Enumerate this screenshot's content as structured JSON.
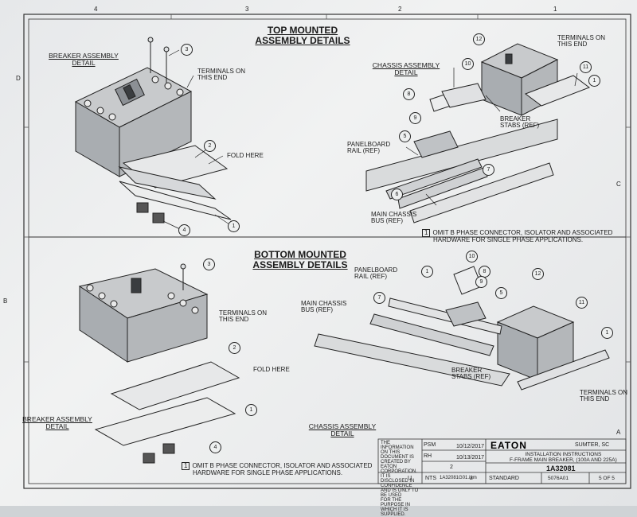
{
  "border": {
    "top_numbers": [
      "4",
      "3",
      "2",
      "1"
    ],
    "side_letters": [
      "D",
      "C",
      "B",
      "A"
    ]
  },
  "top_section": {
    "title_line1": "TOP MOUNTED",
    "title_line2": "ASSEMBLY DETAILS",
    "breaker_detail_line1": "BREAKER ASSEMBLY",
    "breaker_detail_line2": "DETAIL",
    "terminals_line1": "TERMINALS ON",
    "terminals_line2": "THIS END",
    "fold_here": "FOLD HERE",
    "chassis_detail_line1": "CHASSIS ASSEMBLY",
    "chassis_detail_line2": "DETAIL",
    "chassis_terminals_line1": "TERMINALS ON",
    "chassis_terminals_line2": "THIS END",
    "breaker_stabs_line1": "BREAKER",
    "breaker_stabs_line2": "STABS (REF)",
    "panelboard_rail_line1": "PANELBOARD",
    "panelboard_rail_line2": "RAIL (REF)",
    "main_chassis_bus_line1": "MAIN CHASSIS",
    "main_chassis_bus_line2": "BUS (REF)",
    "note_box": "1",
    "note_line1": "OMIT B PHASE CONNECTOR, ISOLATOR AND ASSOCIATED",
    "note_line2": "HARDWARE FOR SINGLE PHASE APPLICATIONS."
  },
  "bottom_section": {
    "title_line1": "BOTTOM MOUNTED",
    "title_line2": "ASSEMBLY DETAILS",
    "terminals_line1": "TERMINALS ON",
    "terminals_line2": "THIS END",
    "fold_here": "FOLD HERE",
    "breaker_detail_line1": "BREAKER ASSEMBLY",
    "breaker_detail_line2": "DETAIL",
    "panelboard_rail_line1": "PANELBOARD",
    "panelboard_rail_line2": "RAIL (REF)",
    "main_chassis_bus_line1": "MAIN CHASSIS",
    "main_chassis_bus_line2": "BUS (REF)",
    "breaker_stabs_line1": "BREAKER",
    "breaker_stabs_line2": "STABS (REF)",
    "chassis_terminals_line1": "TERMINALS ON",
    "chassis_terminals_line2": "THIS END",
    "chassis_detail_line1": "CHASSIS ASSEMBLY",
    "chassis_detail_line2": "DETAIL",
    "note_box": "1",
    "note_line1": "OMIT B PHASE CONNECTOR, ISOLATOR AND ASSOCIATED",
    "note_line2": "HARDWARE FOR SINGLE PHASE APPLICATIONS."
  },
  "callouts": {
    "top": [
      "3",
      "2",
      "1",
      "4",
      "12",
      "10",
      "11",
      "1",
      "9",
      "5",
      "7",
      "6",
      "8"
    ],
    "bottom": [
      "3",
      "2",
      "1",
      "4",
      "10",
      "8",
      "1",
      "12",
      "9",
      "5",
      "11",
      "1",
      "7"
    ]
  },
  "title_block": {
    "confidential_line1": "THE INFORMATION ON THIS",
    "confidential_line2": "DOCUMENT IS CREATED BY",
    "confidential_line3": "EATON CORPORATION. IT IS",
    "confidential_line4": "DISCLOSED IN CONFIDENCE",
    "confidential_line5": "AND IS ONLY TO BE USED",
    "confidential_line6": "FOR THE PURPOSE IN WHICH IT IS",
    "confidential_line7": "SUPPLIED.",
    "drawn_by": "PSM",
    "drawn_date": "10/12/2017",
    "checked_by": "RH",
    "checked_date": "10/13/2017",
    "revision": "2",
    "sheet_rev": "2",
    "scale": "NTS",
    "u_mark": "U",
    "file_name": "1A32081G01.iam",
    "logo": "EATON",
    "location": "SUMTER, SC",
    "doc_title_line1": "INSTALLATION INSTRUCTIONS",
    "doc_title_line2": "F-FRAME MAIN BREAKER, (100A AND 225A)",
    "doc_number": "1A32081",
    "standard": "STANDARD",
    "part_number": "5076A01",
    "sheet": "5 OF 5"
  }
}
